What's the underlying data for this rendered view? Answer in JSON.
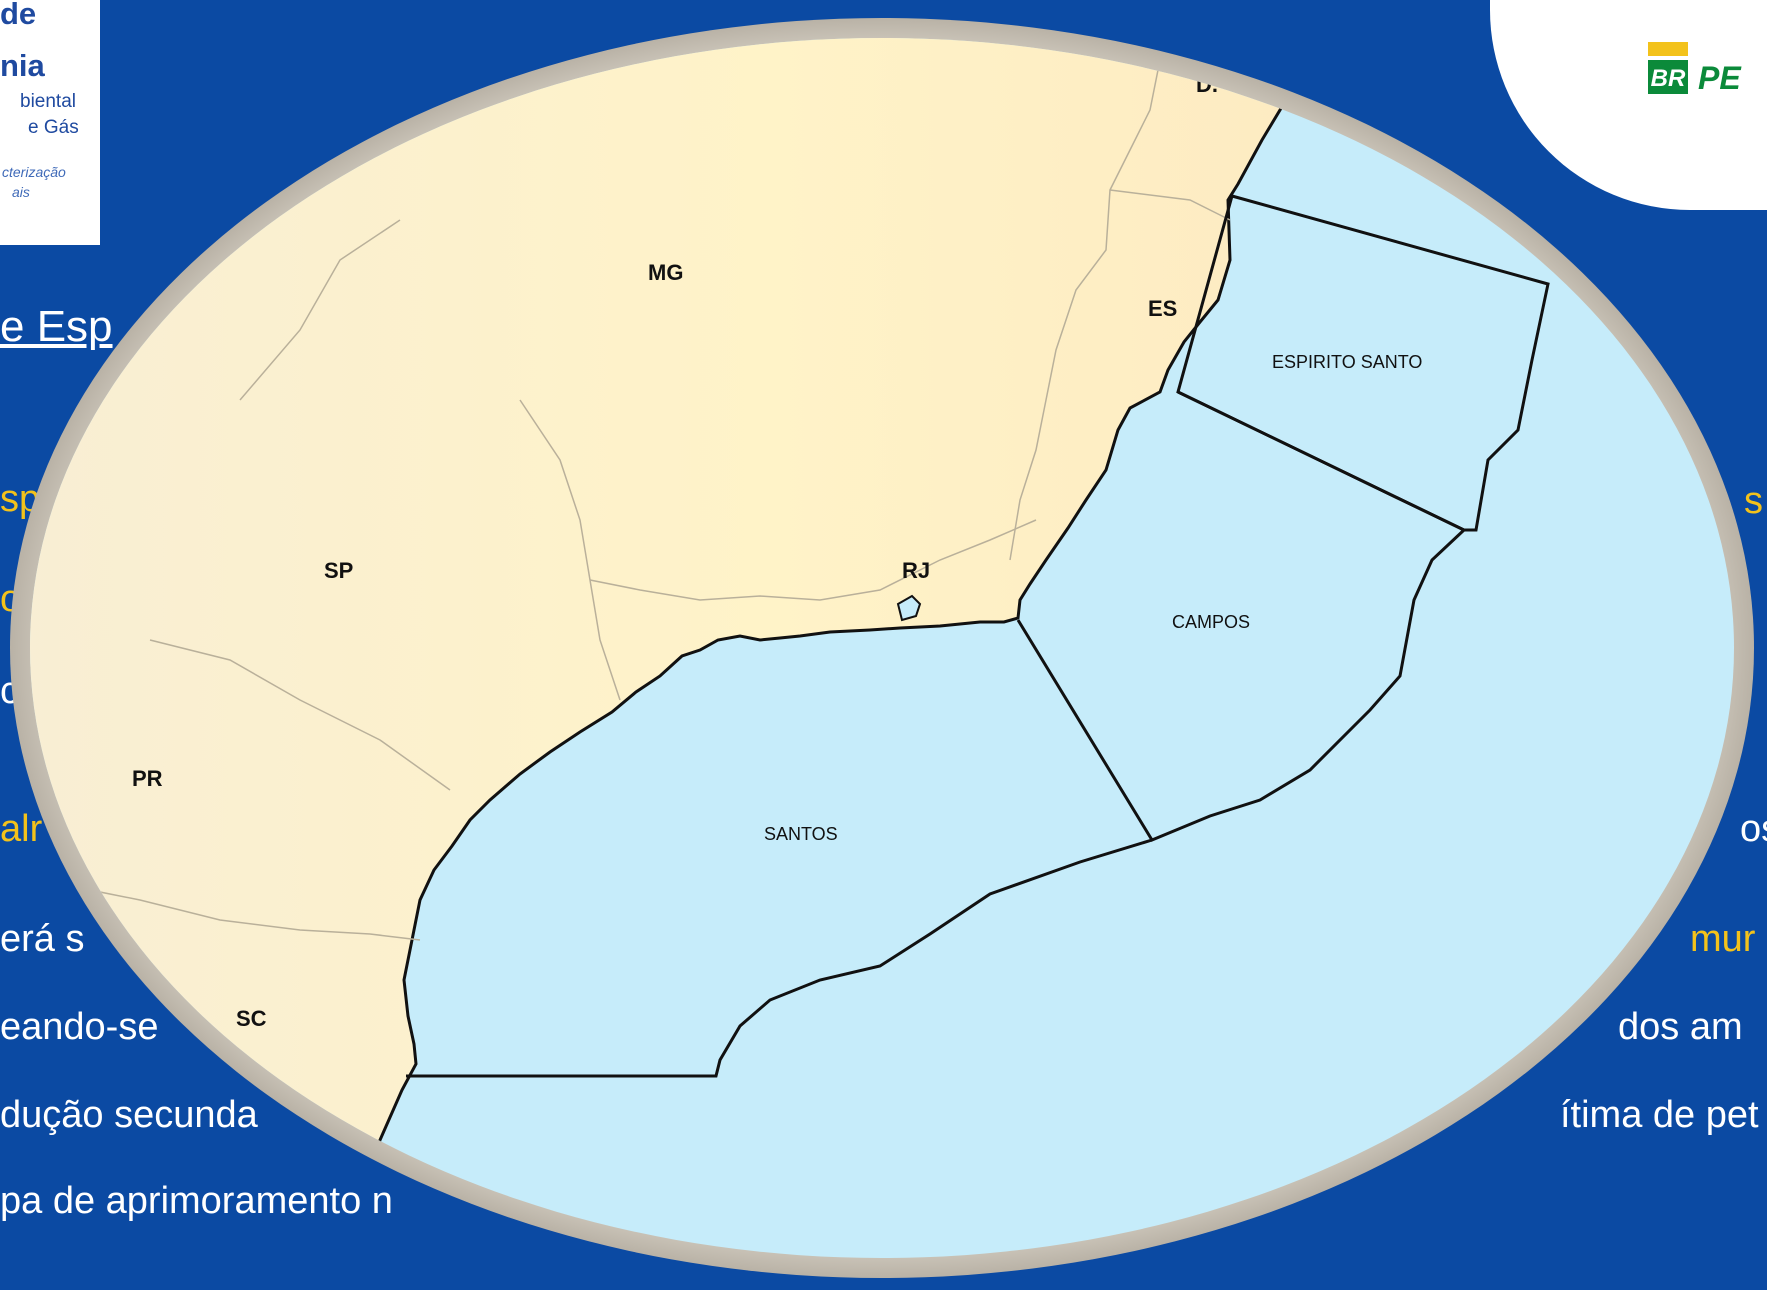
{
  "logo": {
    "line1": "de",
    "line2": "nia",
    "line3": "biental",
    "line4": "e Gás",
    "line5": "cterização",
    "line6": "ais"
  },
  "petrobras": {
    "mark": "BR",
    "name": "PE"
  },
  "slide_text": {
    "heading_fragment": "e Esp",
    "y_left_1": "sp",
    "y_left_2": "o",
    "w_left_3": "c",
    "y_left_4": "alr",
    "y_right_1": "s",
    "y_right_4": "os",
    "para_line1_left": "erá s",
    "para_line1_right": "mur",
    "para_line2_left": "eando-se",
    "para_line2_right": "dos am",
    "para_line3_left": "dução secunda",
    "para_line3_right": "ítima de pet",
    "para_line4_left": "pa de aprimoramento n"
  },
  "map": {
    "states": [
      "MG",
      "ES",
      "SP",
      "RJ",
      "PR",
      "SC",
      "D."
    ],
    "basins": [
      "ESPIRITO SANTO",
      "CAMPOS",
      "SANTOS"
    ],
    "colors": {
      "land": "#fbf1cd",
      "sea": "#c6ecfa",
      "frame": "#cfc9be",
      "background": "#0b4aa3",
      "accent_yellow": "#f3c21b",
      "petrobras_green": "#0b8a3a"
    }
  }
}
